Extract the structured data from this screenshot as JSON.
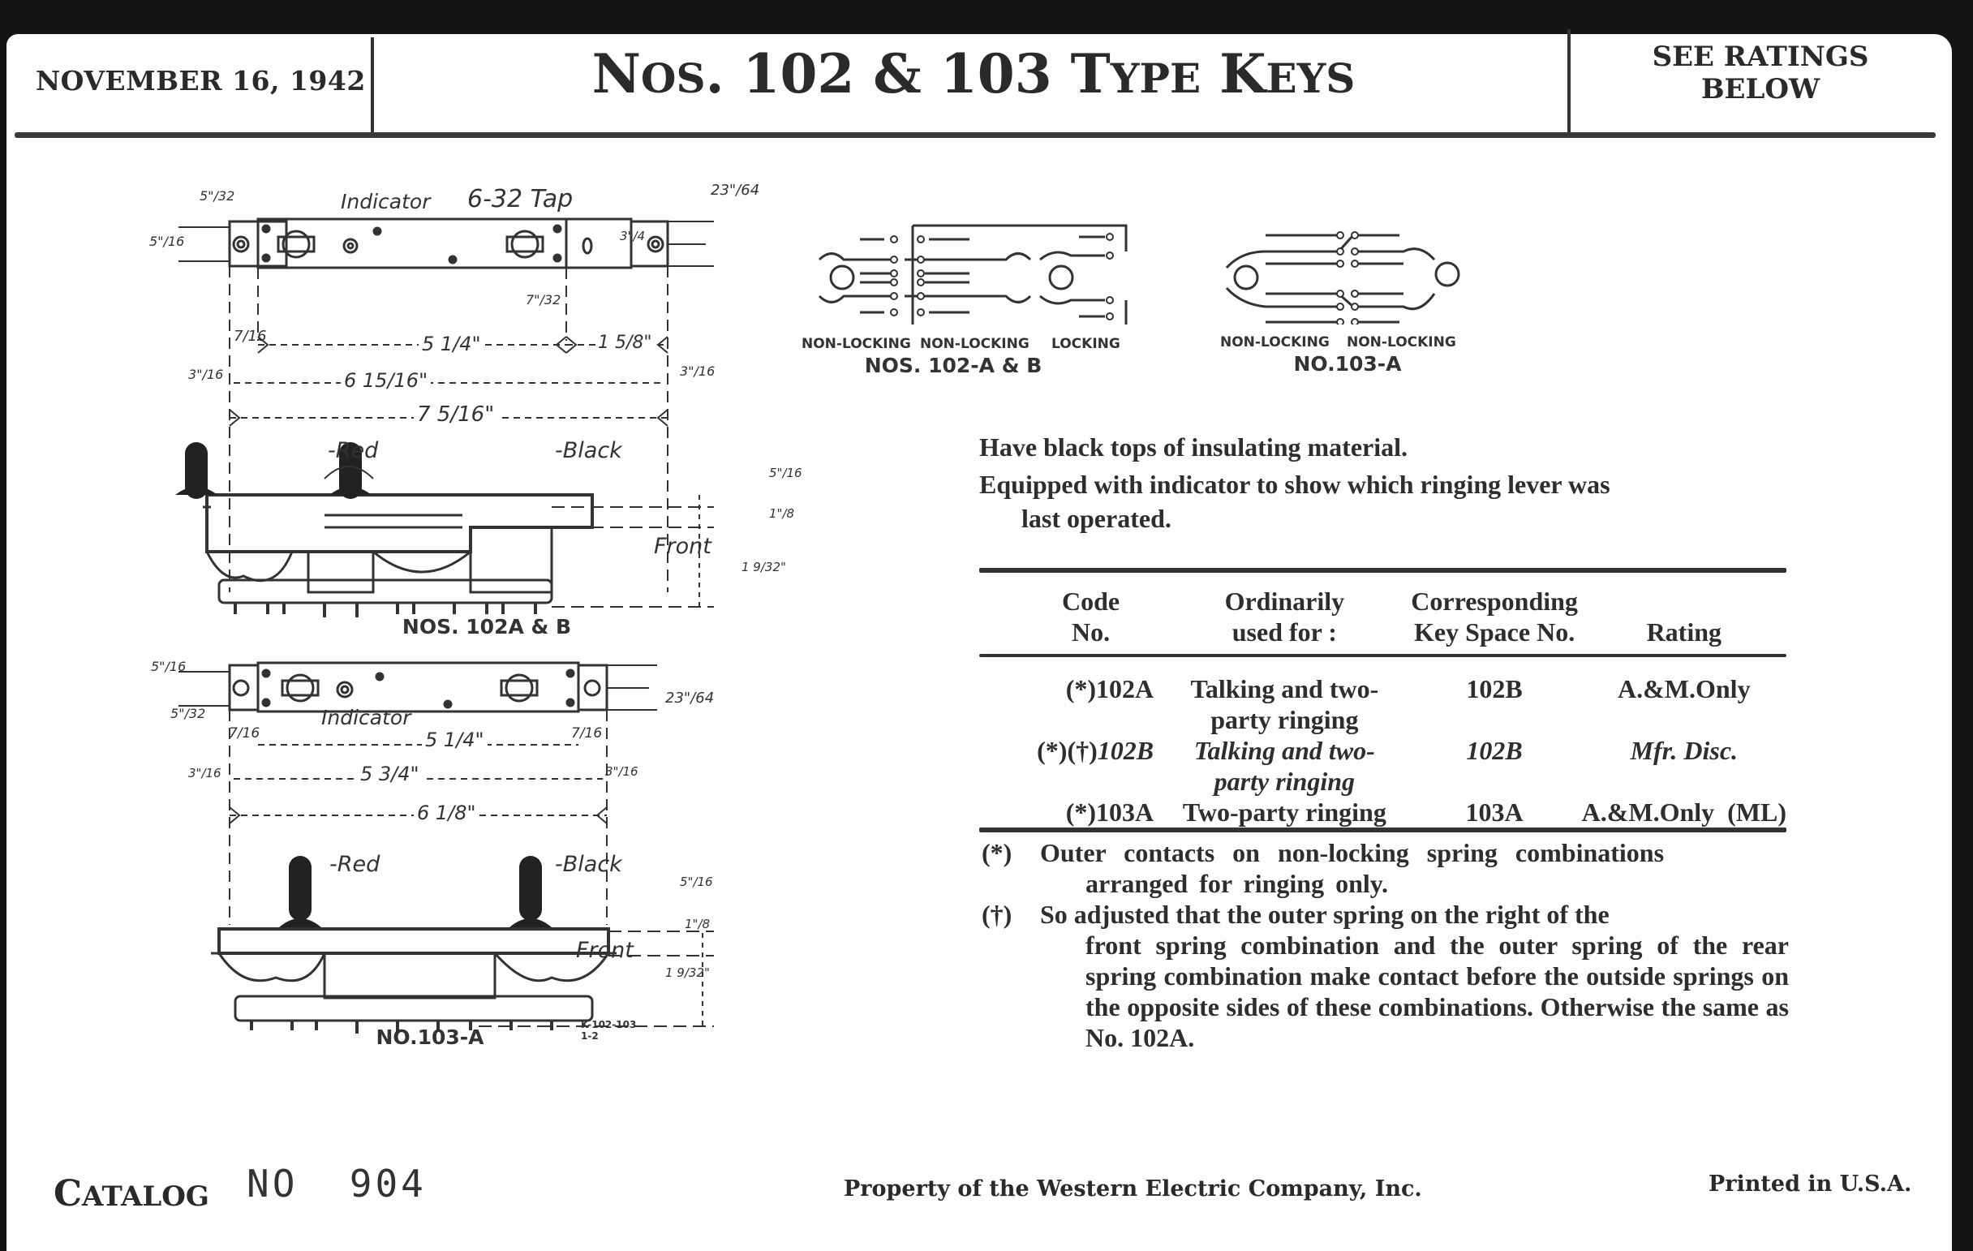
{
  "header": {
    "date": "NOVEMBER 16, 1942",
    "title_parts": [
      "N",
      "OS",
      ". 102 & 103 ",
      "T",
      "YPE",
      " ",
      "K",
      "EYS"
    ],
    "title": "Nos. 102 & 103 Type Keys",
    "ratings_line1": "SEE RATINGS",
    "ratings_line2": "BELOW"
  },
  "drawings": {
    "key_102": {
      "caption": "NOS. 102A & B",
      "labels": {
        "indicator": "Indicator",
        "tap": "6-32 Tap",
        "red": "-Red",
        "black": "-Black",
        "front": "Front"
      },
      "dimensions": {
        "top_left_a": "5\"/32",
        "top_left_b": "5\"/16",
        "top_right": "23\"/64",
        "height": "3\"/4",
        "offset_7_32": "7\"/32",
        "d_7_16": "7/16",
        "d_5_1_4": "5 1/4\"",
        "d_1_5_8": "1 5/8\"",
        "d_3_16_left": "3\"/16",
        "d_6_15_16": "6 15/16\"",
        "d_3_16_right": "3\"/16",
        "d_7_5_16": "7 5/16\"",
        "side_5_16": "5\"/16",
        "side_1_8": "1\"/8",
        "side_1_9_32": "1 9/32\""
      }
    },
    "key_103": {
      "caption": "NO.103-A",
      "drawing_ref_1": "K-102-103",
      "drawing_ref_2": "1-2",
      "labels": {
        "indicator": "Indicator",
        "red": "-Red",
        "black": "-Black",
        "front": "Front"
      },
      "dimensions": {
        "top_left_a": "5\"/16",
        "top_left_b": "5\"/32",
        "top_right": "23\"/64",
        "d_7_16_left": "7/16",
        "d_5_1_4": "5 1/4\"",
        "d_7_16_right": "7/16",
        "d_3_16_left": "3\"/16",
        "d_5_3_4": "5 3/4\"",
        "d_3_16_right": "3\"/16",
        "d_6_1_8": "6 1/8\"",
        "side_5_16": "5\"/16",
        "side_1_8": "1\"/8",
        "side_1_9_32": "1 9/32\""
      }
    },
    "schematic_102": {
      "labels": [
        "NON-LOCKING",
        "NON-LOCKING",
        "LOCKING"
      ],
      "caption": "NOS. 102-A & B"
    },
    "schematic_103": {
      "labels": [
        "NON-LOCKING",
        "NON-LOCKING"
      ],
      "caption": "NO.103-A"
    }
  },
  "description": {
    "line1": "Have black tops of insulating material.",
    "line2": "Equipped with indicator to show which ringing lever was",
    "line2_cont": "last operated."
  },
  "table": {
    "headers": [
      {
        "line1": "Code",
        "line2": "No."
      },
      {
        "line1": "Ordinarily",
        "line2": "used for :"
      },
      {
        "line1": "Corresponding",
        "line2": "Key Space No."
      },
      {
        "line1": "",
        "line2": "Rating"
      }
    ],
    "rows": [
      {
        "code": "(*)102A",
        "use_line1": "Talking and two-",
        "use_line2": "party ringing",
        "key_space": "102B",
        "rating": "A.&M.Only",
        "italic": false
      },
      {
        "code_prefix": "(*)(†)",
        "code": "102B",
        "use_line1": "Talking and two-",
        "use_line2": "party ringing",
        "key_space": "102B",
        "rating": "Mfr. Disc.",
        "italic": true
      },
      {
        "code": "(*)103A",
        "use_line1": "Two-party ringing",
        "use_line2": "",
        "key_space": "103A",
        "rating": "A.&M.Only  (ML)",
        "italic": false
      }
    ]
  },
  "notes": [
    {
      "marker": "(*)",
      "text_first": "Outer contacts on non-locking spring combinations",
      "text_cont": "arranged for ringing only."
    },
    {
      "marker": "(†)",
      "text_first": "So adjusted that the outer spring on the right of the",
      "text_cont": "front spring combination and the outer spring of the rear spring combination make contact before the outside springs on the opposite sides of these combinations.  Otherwise the same as No. 102A."
    }
  ],
  "footer": {
    "catalog_c": "C",
    "catalog_rest": "ATALOG",
    "catalog_no": "NO  904",
    "property": "Property of the Western Electric Company, Inc.",
    "printed": "Printed in U.S.A."
  }
}
